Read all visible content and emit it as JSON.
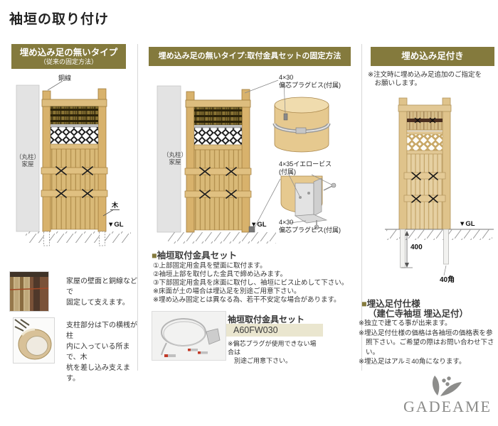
{
  "page": {
    "title": "袖垣の取り付け"
  },
  "col1": {
    "header": "埋め込み足の無いタイプ",
    "header_sub": "（従来の固定方法）",
    "labels": {
      "wire": "銅線",
      "wall": "（丸柱）\n家屋",
      "wood": "木",
      "gl": "▼GL"
    },
    "captions": [
      "家屋の壁面と銅線などで\n固定して支えます。",
      "支柱部分は下の横桟が柱\n内に入っている所まで、木\n杭を差し込み支えます。"
    ]
  },
  "col2": {
    "header": "埋め込み足の無いタイプ:取付金具セットの固定方法",
    "labels": {
      "wall": "（丸柱）\n家屋",
      "gl": "▼GL",
      "screw_top": "4×30\n偏芯プラグビス(付属)",
      "screw_yellow": "4×35イエロービス\n(付属)",
      "screw_bottom": "4×30\n偏芯プラグビス(付属)"
    },
    "section_bullet": "■",
    "section_title": "袖垣取付金具セット",
    "steps": [
      "①上部固定用金具を壁面に取付ます。",
      "②袖垣上部を取付した金具で締め込みます。",
      "③下部固定用金具を床面に取付し、袖垣にビス止めして下さい。",
      "※床面が土の場合は埋込足を別途ご用意下さい。",
      "※埋め込み固定とは異なる為、若干不安定な場合があります。"
    ],
    "product": {
      "name": "袖垣取付金具セット",
      "code": "A60FW030",
      "note": "※偏芯プラグが使用できない場合は\n　別途ご用意下さい。"
    }
  },
  "col3": {
    "header": "埋め込み足付き",
    "order_note": "※注文時に埋め込み足追加のご指定を\n　お願いします。",
    "labels": {
      "gl": "▼GL",
      "dimension": "400",
      "leg_size": "40角"
    },
    "section_bullet": "■",
    "section_title": "埋込足付仕様",
    "section_sub": "（建仁寺袖垣 埋込足付）",
    "notes": [
      "※独立で建てる事が出来ます。",
      "※埋込足付仕様の価格は各袖垣の価格表を参照下さい。ご希望の際はお問い合わせ下さい。",
      "※埋込足はアルミ40角になります。"
    ]
  },
  "logo": {
    "text": "GADEAME"
  }
}
